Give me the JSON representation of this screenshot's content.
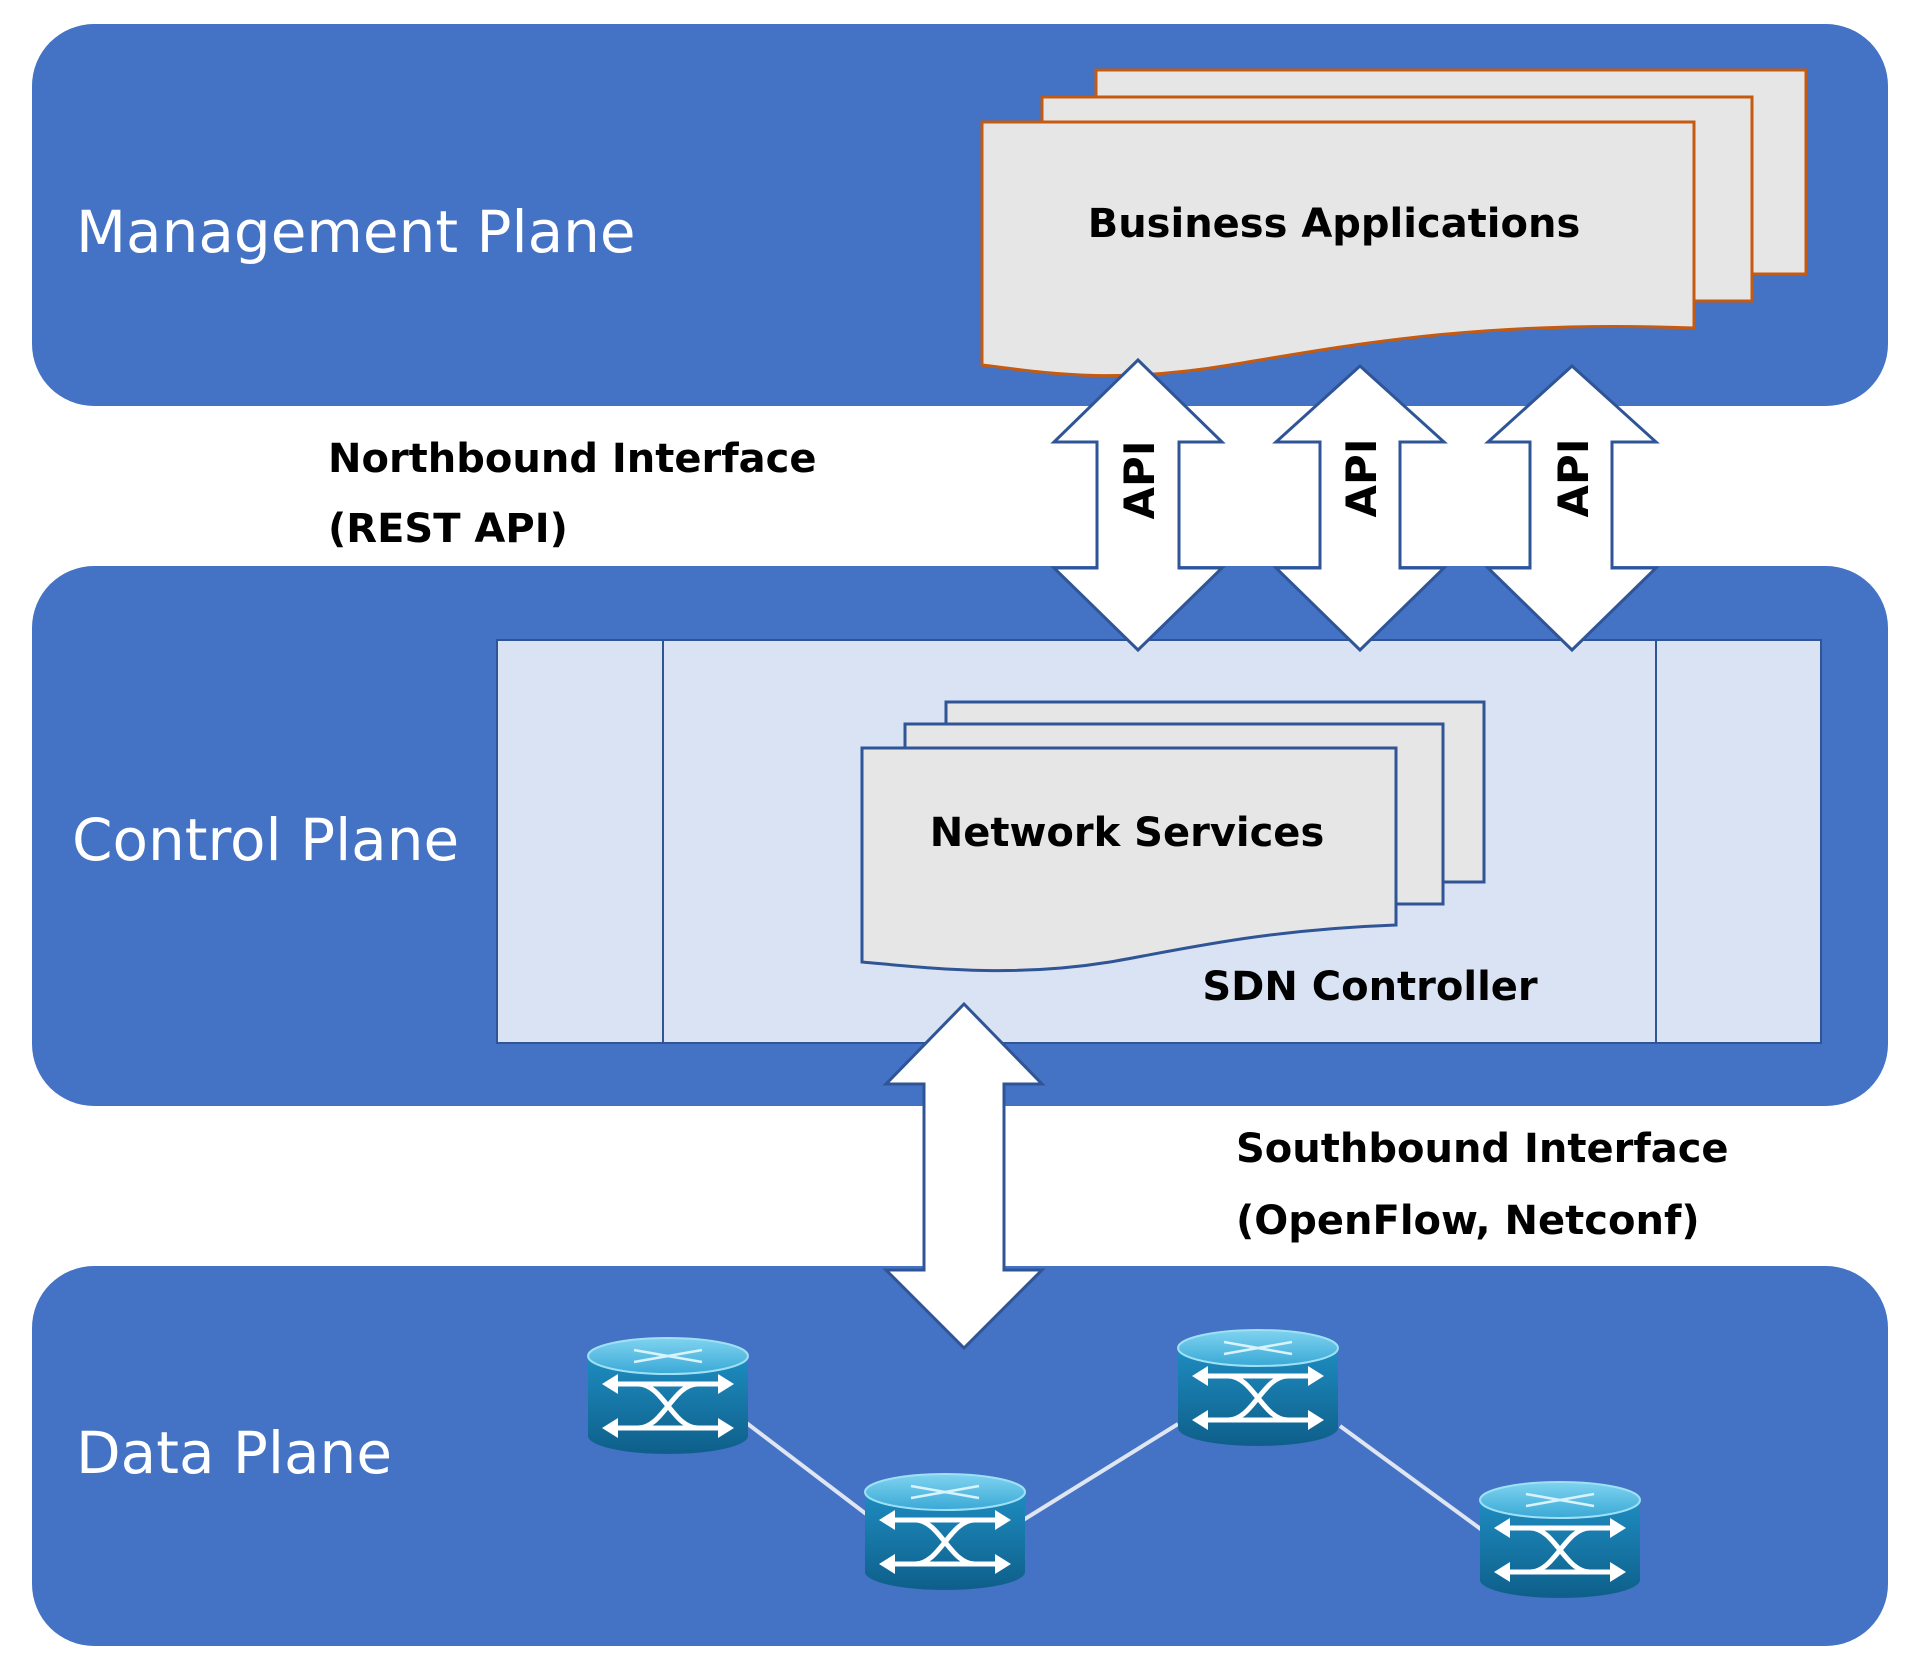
{
  "planes": {
    "management": "Management Plane",
    "control": "Control Plane",
    "data": "Data Plane"
  },
  "business_apps": "Business Applications",
  "network_services": "Network Services",
  "sdn_controller": "SDN Controller",
  "northbound": {
    "line1": "Northbound Interface",
    "line2": "(REST API)"
  },
  "southbound": {
    "line1": "Southbound Interface",
    "line2": "(OpenFlow, Netconf)"
  },
  "api_labels": [
    "API",
    "API",
    "API"
  ],
  "colors": {
    "plane_blue": "#4472C4",
    "controller_fill": "#DAE3F3",
    "doc_fill": "#E7E6E6",
    "doc_border_orange": "#C55A11",
    "arrow_stroke": "#2F5597",
    "switch_blue": "#1F8FBF"
  },
  "switch_count": 4
}
